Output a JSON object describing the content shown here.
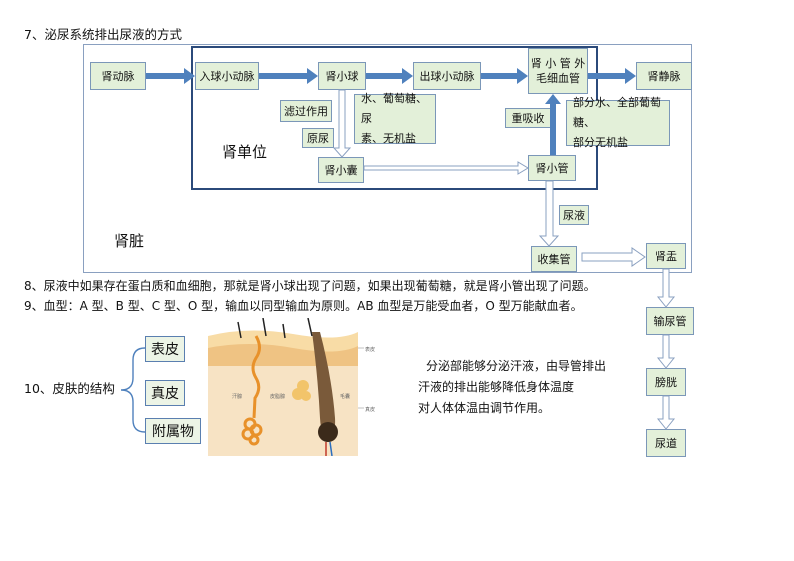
{
  "section7": {
    "heading": "7、泌尿系统排出尿液的方式",
    "kidney_label": "肾脏",
    "nephron_label": "肾单位",
    "nodes": {
      "renal_artery": "肾动脉",
      "afferent": "入球小动脉",
      "glomerulus": "肾小球",
      "efferent": "出球小动脉",
      "capillary_line1": "肾 小 管 外",
      "capillary_line2": "毛细血管",
      "renal_vein": "肾静脉",
      "filtration": "滤过作用",
      "primary_urine": "原尿",
      "filtered_line1": "水、葡萄糖、尿",
      "filtered_line2": "素、无机盐",
      "reabsorption": "重吸收",
      "reabsorbed_line1": "部分水、全部葡萄糖、",
      "reabsorbed_line2": "部分无机盐",
      "capsule": "肾小囊",
      "tubule": "肾小管",
      "urine": "尿液",
      "collecting_duct": "收集管",
      "renal_pelvis": "肾盂",
      "ureter": "输尿管",
      "bladder": "膀胱",
      "urethra": "尿道"
    }
  },
  "section8": {
    "text": "8、尿液中如果存在蛋白质和血细胞，那就是肾小球出现了问题，如果出现葡萄糖，就是肾小管出现了问题。"
  },
  "section9": {
    "text": "9、血型：A 型、B 型、C 型、O 型，输血以同型输血为原则。AB 血型是万能受血者，O 型万能献血者。"
  },
  "section10": {
    "heading": "10、皮肤的结构",
    "branches": [
      "表皮",
      "真皮",
      "附属物"
    ],
    "illustration_labels": {
      "epidermis": "表皮",
      "dermis": "真皮",
      "sweat_gland": "汗腺",
      "sebaceous_gland": "皮脂腺",
      "hair": "毛囊"
    },
    "description_lines": [
      "分泌部能够分泌汗液，由导管排出",
      "汗液的排出能够降低身体温度",
      "对人体体温由调节作用。"
    ]
  },
  "colors": {
    "arrow_blue": "#4f81bd",
    "box_fill": "#e3f0d9",
    "nephron_border": "#2b4a7a",
    "skin_tan": "#f3cf93",
    "gland_orange": "#e8912a"
  }
}
